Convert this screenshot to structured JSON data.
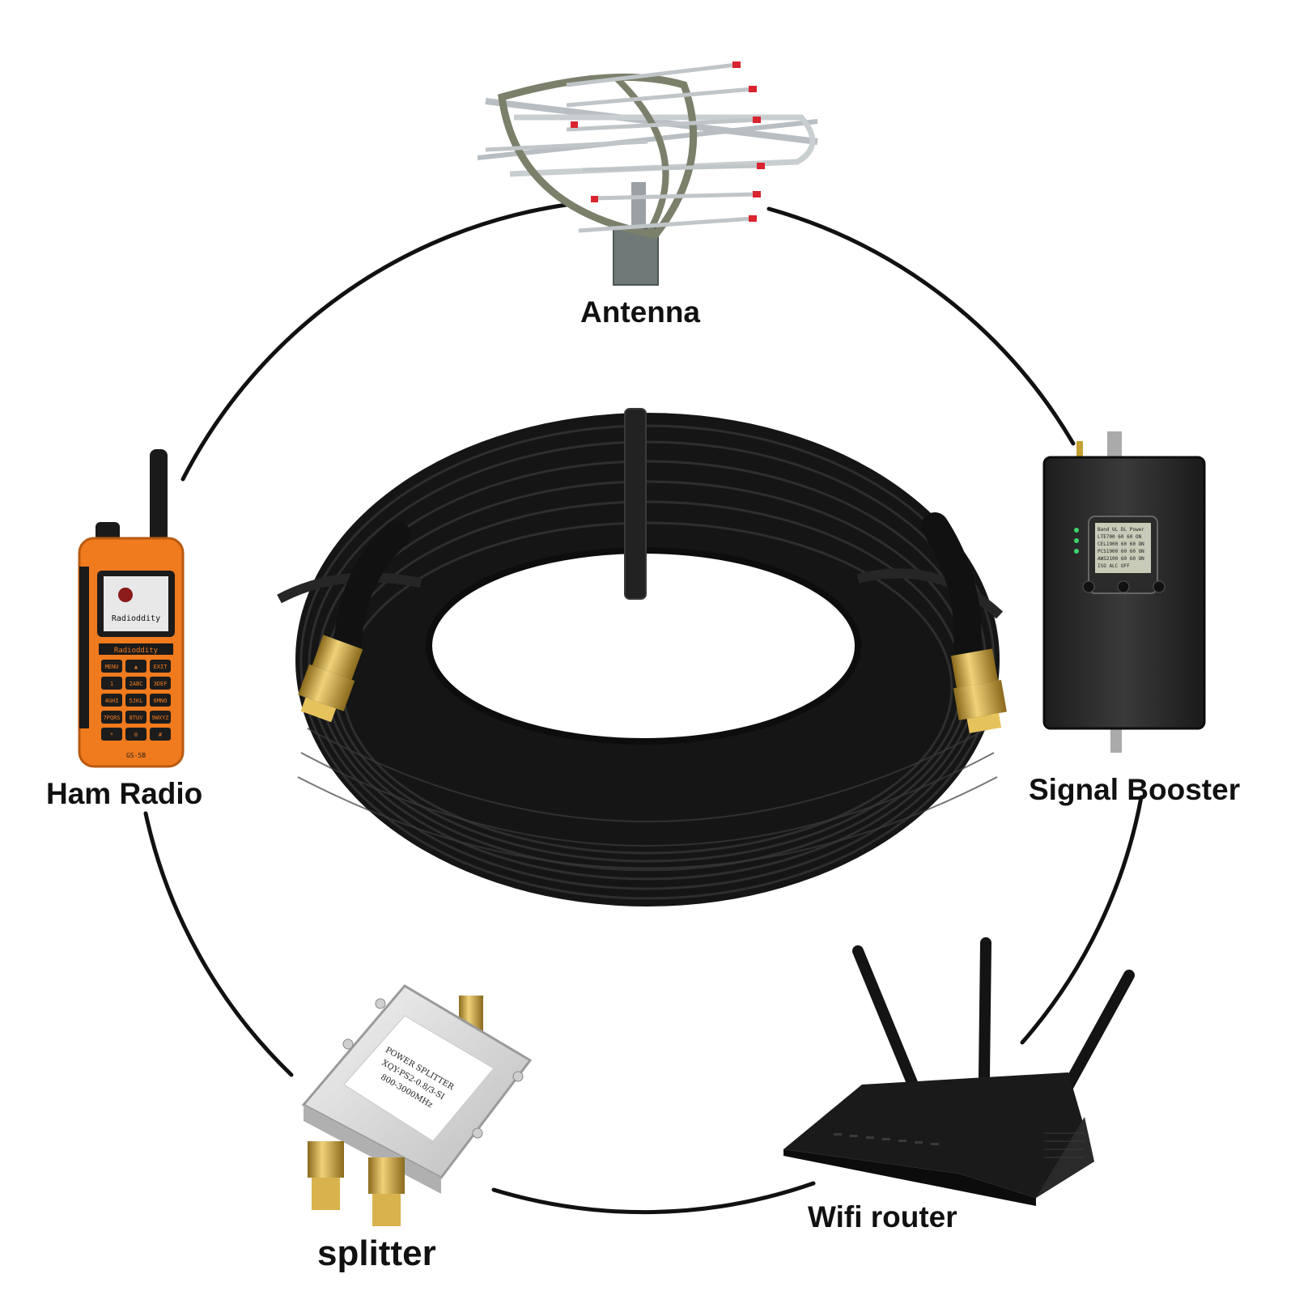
{
  "labels": {
    "antenna": "Antenna",
    "signal_booster": "Signal Booster",
    "wifi_router": "Wifi router",
    "splitter": "splitter",
    "ham_radio": "Ham Radio"
  },
  "ham_radio_device": {
    "brand": "Radioddity",
    "model": "GS-5B",
    "keys": [
      "MENU",
      "▲",
      "EXIT",
      "1",
      "2ABC",
      "3DEF",
      "4GHI",
      "5JKL",
      "6MNO",
      "7PQRS",
      "8TUV",
      "9WXYZ",
      "*",
      "0",
      "#"
    ]
  },
  "splitter_device": {
    "label_lines": [
      "POWER SPLITTER",
      "XQY-PS2-0.8/3-SI",
      "800-3000MHz"
    ]
  },
  "booster_device": {
    "lcd_lines": [
      "Band  UL DL  Power",
      "LTE700 60 60  ON",
      "CEL1900 60 60  ON",
      "PCS1900 60 60  ON",
      "AWS2100 60 60  ON",
      "  ISO  ALC  OFF"
    ]
  },
  "colors": {
    "cable": "#141414",
    "connector_gold": "#c9a43a",
    "radio_orange": "#f07a1e",
    "circle_line": "#111111",
    "antenna_tip": "#d9232e"
  }
}
